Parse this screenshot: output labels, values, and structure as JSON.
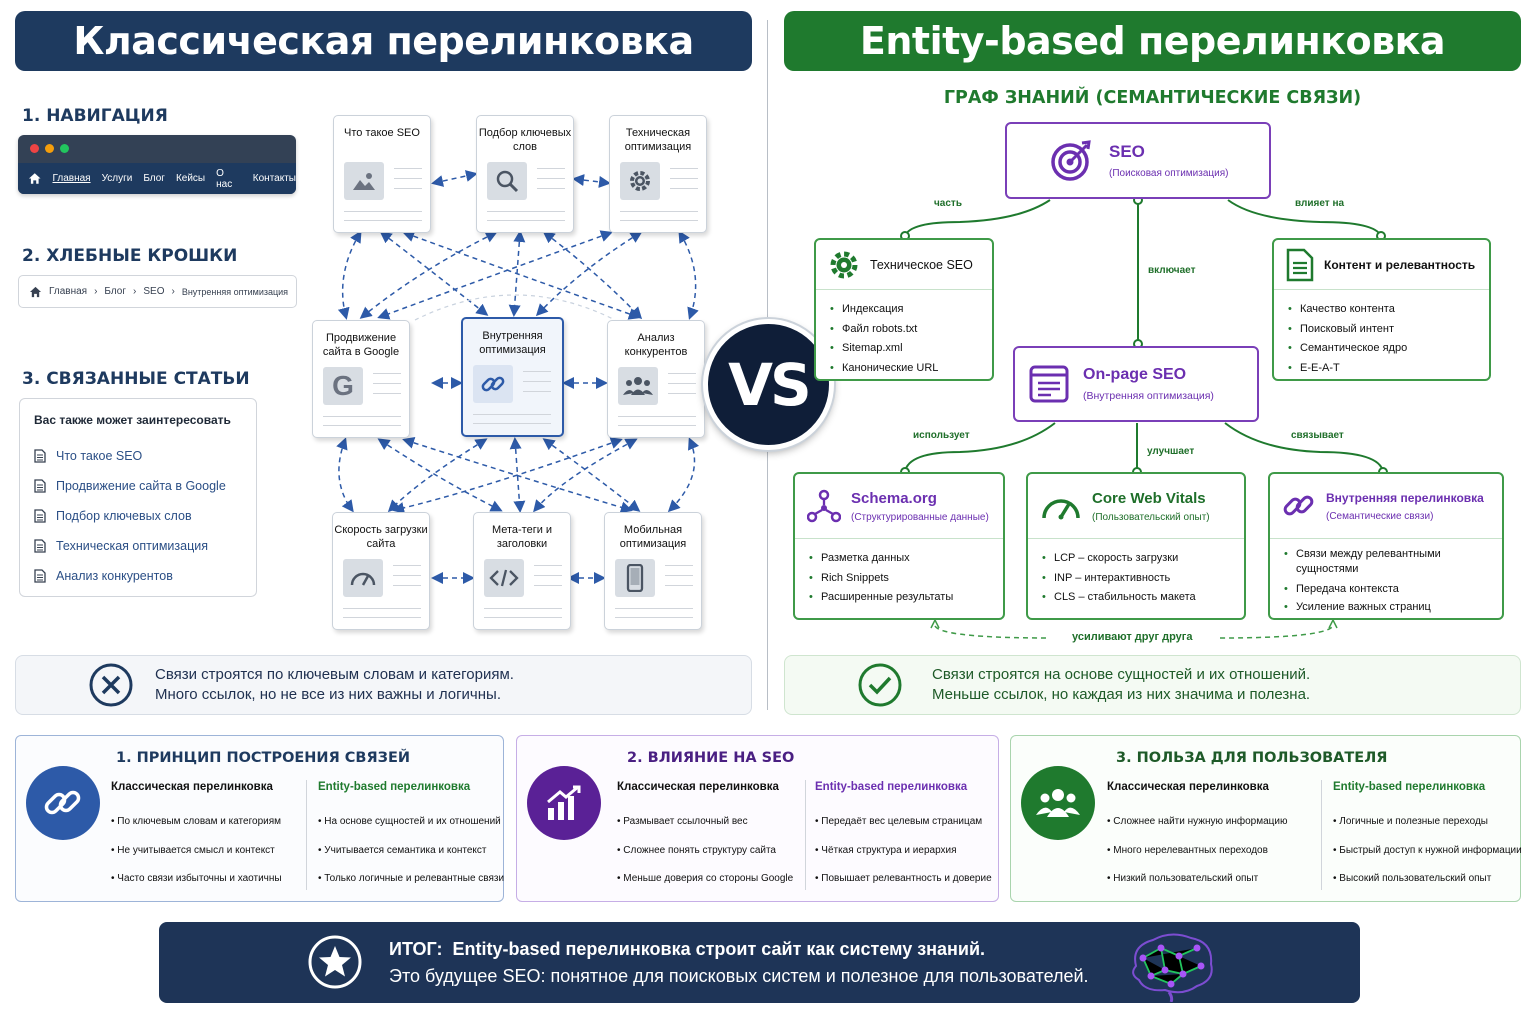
{
  "left_header": "Классическая перелинковка",
  "right_header": "Entity-based перелинковка",
  "left": {
    "nav_title": "1. НАВИГАЦИЯ",
    "nav_items": [
      "Главная",
      "Услуги",
      "Блог",
      "Кейсы",
      "О нас",
      "Контакты"
    ],
    "crumbs_title": "2. ХЛЕБНЫЕ КРОШКИ",
    "crumbs": [
      "Главная",
      "Блог",
      "SEO",
      "Внутренняя оптимизация"
    ],
    "related_title": "3. СВЯЗАННЫЕ СТАТЬИ",
    "related_box_title": "Вас также может заинтересовать",
    "related_items": [
      "Что такое SEO",
      "Продвижение сайта в Google",
      "Подбор ключевых слов",
      "Техническая оптимизация",
      "Анализ конкурентов"
    ],
    "cards": {
      "c1": "Что такое SEO",
      "c2": "Подбор ключевых слов",
      "c3": "Техническая оптимизация",
      "c4": "Продвижение сайта в Google",
      "c5": "Внутренняя оптимизация",
      "c6": "Анализ конкурентов",
      "c7": "Скорость загрузки сайта",
      "c8": "Мета-теги и заголовки",
      "c9": "Мобильная оптимизация"
    },
    "note_l1": "Связи строятся по ключевым словам и категориям.",
    "note_l2": "Много ссылок, но не все из них важны и логичны."
  },
  "vs": "VS",
  "right": {
    "graph_title": "ГРАФ ЗНАНИЙ (СЕМАНТИЧЕСКИЕ СВЯЗИ)",
    "seo_title": "SEO",
    "seo_sub": "(Поисковая оптимизация)",
    "edge_part": "часть",
    "edge_affects": "влияет на",
    "edge_includes": "включает",
    "edge_uses": "использует",
    "edge_improves": "улучшает",
    "edge_links": "связывает",
    "edge_reinforce": "усиливают друг друга",
    "tech": {
      "title": "Техническое SEO",
      "items": [
        "Индексация",
        "Файл robots.txt",
        "Sitemap.xml",
        "Канонические URL"
      ]
    },
    "content": {
      "title": "Контент и релевантность",
      "items": [
        "Качество контента",
        "Поисковый интент",
        "Семантическое ядро",
        "E-E-A-T"
      ]
    },
    "onpage": {
      "title": "On-page SEO",
      "sub": "(Внутренняя оптимизация)"
    },
    "schema": {
      "title": "Schema.org",
      "sub": "(Структурированные данные)",
      "items": [
        "Разметка данных",
        "Rich Snippets",
        "Расширенные результаты"
      ]
    },
    "cwv": {
      "title": "Core Web Vitals",
      "sub": "(Пользовательский опыт)",
      "items": [
        "LCP – скорость загрузки",
        "INP – интерактивность",
        "CLS – стабильность макета"
      ]
    },
    "internal": {
      "title": "Внутренняя перелинковка",
      "sub": "(Семантические связи)",
      "items": [
        "Связи между релевантными сущностями",
        "Передача контекста",
        "Усиление важных страниц"
      ]
    },
    "note_r1": "Связи строятся на основе сущностей и их отношений.",
    "note_r2": "Меньше ссылок, но каждая из них значима и полезна."
  },
  "panels": [
    {
      "title": "1. ПРИНЦИП ПОСТРОЕНИЯ СВЯЗЕЙ",
      "col1_h": "Классическая перелинковка",
      "col1": [
        "По ключевым словам и категориям",
        "Не учитывается смысл и контекст",
        "Часто связи избыточны и хаотичны"
      ],
      "col2_h": "Entity-based перелинковка",
      "col2": [
        "На основе сущностей и их отношений",
        "Учитывается семантика и контекст",
        "Только логичные и релевантные связи"
      ]
    },
    {
      "title": "2. ВЛИЯНИЕ НА SEO",
      "col1_h": "Классическая перелинковка",
      "col1": [
        "Размывает ссылочный вес",
        "Сложнее понять структуру сайта",
        "Меньше доверия со стороны Google"
      ],
      "col2_h": "Entity-based перелинковка",
      "col2": [
        "Передаёт вес целевым страницам",
        "Чёткая структура и иерархия",
        "Повышает релевантность и доверие"
      ]
    },
    {
      "title": "3. ПОЛЬЗА ДЛЯ ПОЛЬЗОВАТЕЛЯ",
      "col1_h": "Классическая перелинковка",
      "col1": [
        "Сложнее найти нужную информацию",
        "Много нерелевантных переходов",
        "Низкий пользовательский опыт"
      ],
      "col2_h": "Entity-based перелинковка",
      "col2": [
        "Логичные и полезные переходы",
        "Быстрый доступ к нужной информации",
        "Высокий пользовательский опыт"
      ]
    }
  ],
  "footer": {
    "label": "ИТОГ:",
    "line1": "Entity-based перелинковка строит сайт как систему знаний.",
    "line2": "Это будущее SEO: понятное для поисковых систем и полезное для пользователей."
  },
  "colors": {
    "navy": "#1e3a5f",
    "green": "#1f7a2e",
    "purple": "#6b2fb0",
    "blue": "#2d5aa8"
  }
}
